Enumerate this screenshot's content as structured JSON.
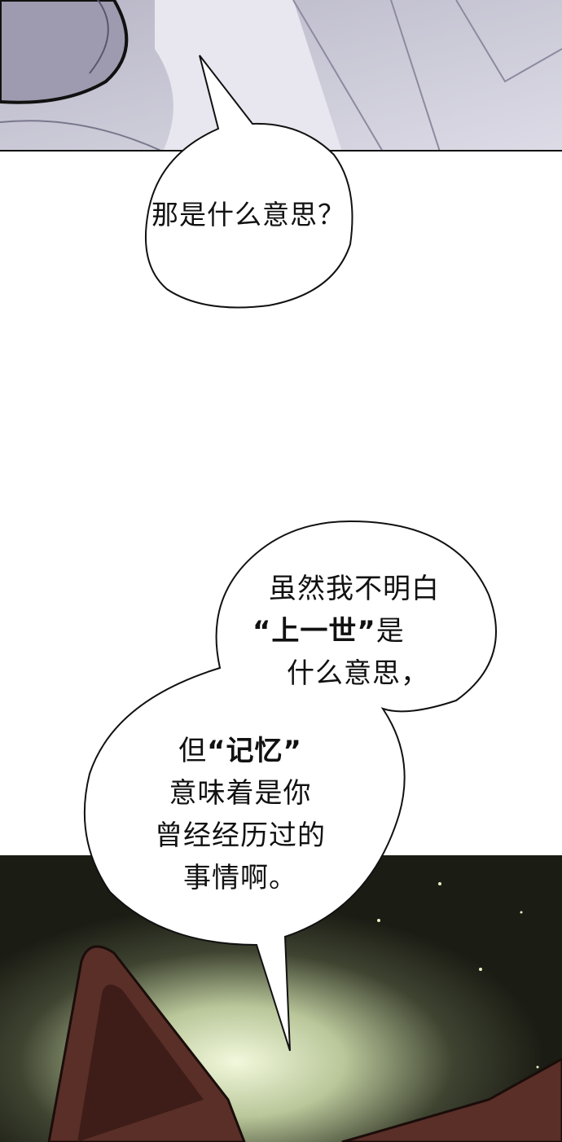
{
  "bubble1": {
    "text": "那是什么意思？"
  },
  "bubble2": {
    "line1": "虽然我不明白",
    "line2_quote": "“上一世”",
    "line2_rest": "是",
    "line3": "什么意思，"
  },
  "bubble3": {
    "line1_pre": "但",
    "line1_quote": "“记忆”",
    "line2": "意味着是你",
    "line3": "曾经经历过的",
    "line4": "事情啊。"
  },
  "colors": {
    "top_panel": "#c9c8d6",
    "bottom_panel_dark": "#1b1c14",
    "glow": "#e6f3c4",
    "ear": "#5a2f28"
  }
}
